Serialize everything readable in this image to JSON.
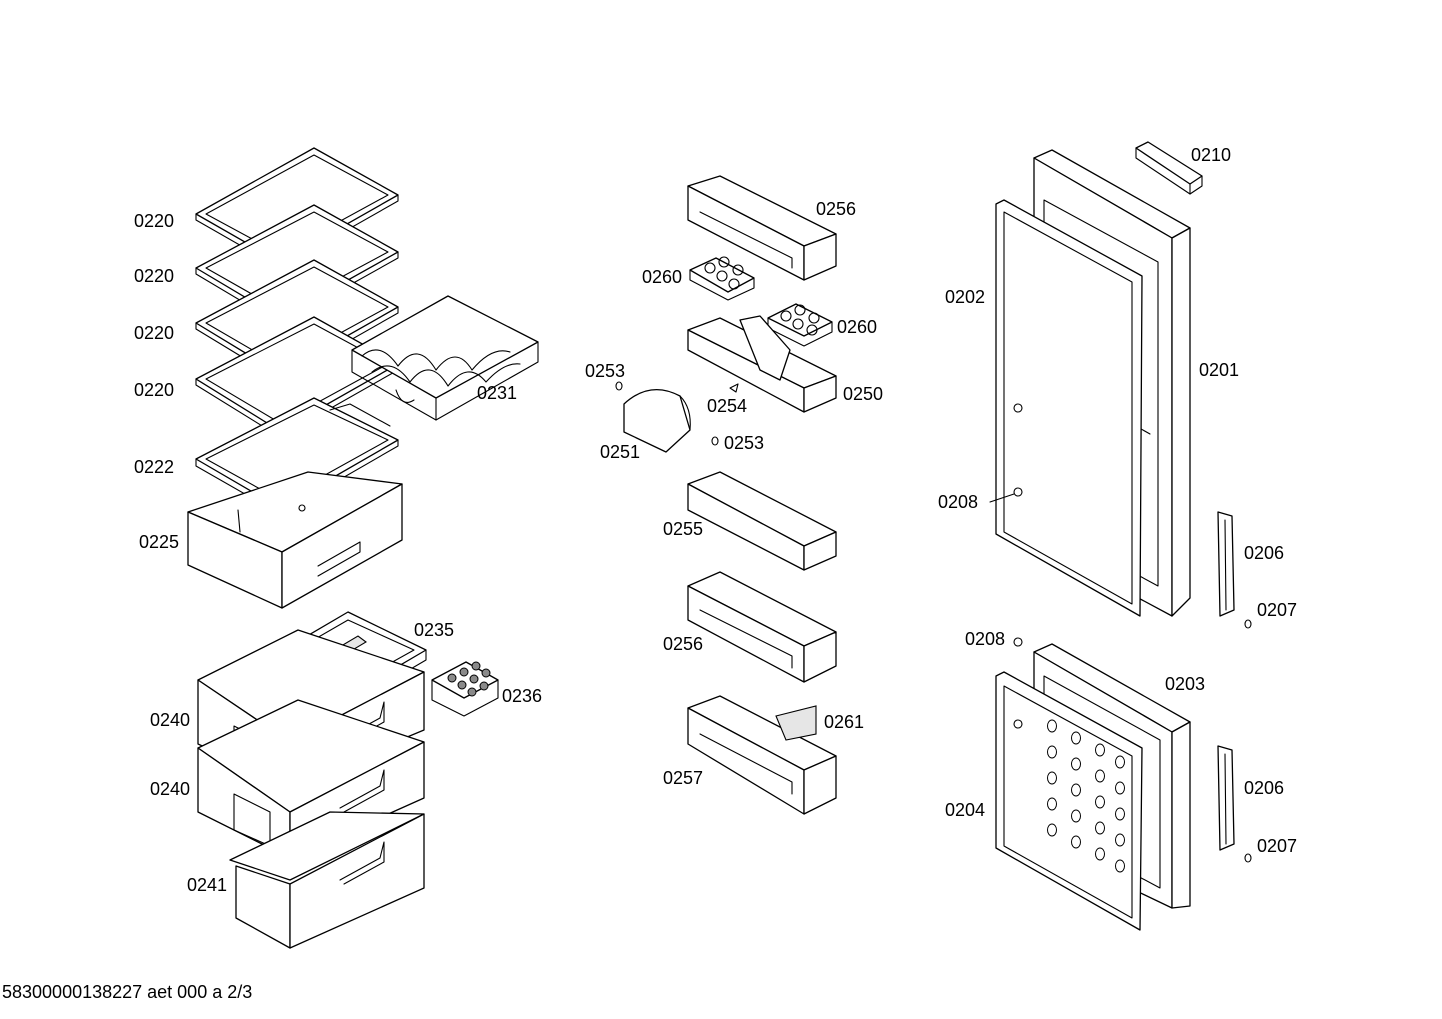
{
  "diagram": {
    "part_labels": {
      "shelf_1": "0220",
      "shelf_2": "0220",
      "shelf_3": "0220",
      "shelf_4": "0220",
      "shelf_5": "0222",
      "crisper_box": "0225",
      "bottle_rack": "0231",
      "tray_lid": "0235",
      "ice_tray": "0236",
      "freezer_drawer_1": "0240",
      "freezer_drawer_2": "0240",
      "freezer_drawer_3": "0241",
      "door_bin_top": "0256",
      "egg_tray_left": "0260",
      "egg_tray_right": "0260",
      "butter_bin": "0250",
      "pin_a": "0253",
      "clip": "0254",
      "pin_b": "0253",
      "butter_lid": "0251",
      "door_bin_mid": "0255",
      "door_bin_lower": "0256",
      "bottle_bin": "0257",
      "divider": "0261",
      "handle_cover": "0210",
      "door_gasket_upper": "0202",
      "upper_door": "0201",
      "hinge_upper": "0208",
      "handle_upper": "0206",
      "cap_upper": "0207",
      "hinge_lower": "0208",
      "lower_door": "0203",
      "door_gasket_lower": "0204",
      "handle_lower": "0206",
      "cap_lower": "0207"
    },
    "footer": "58300000138227 aet 000 a 2/3"
  }
}
